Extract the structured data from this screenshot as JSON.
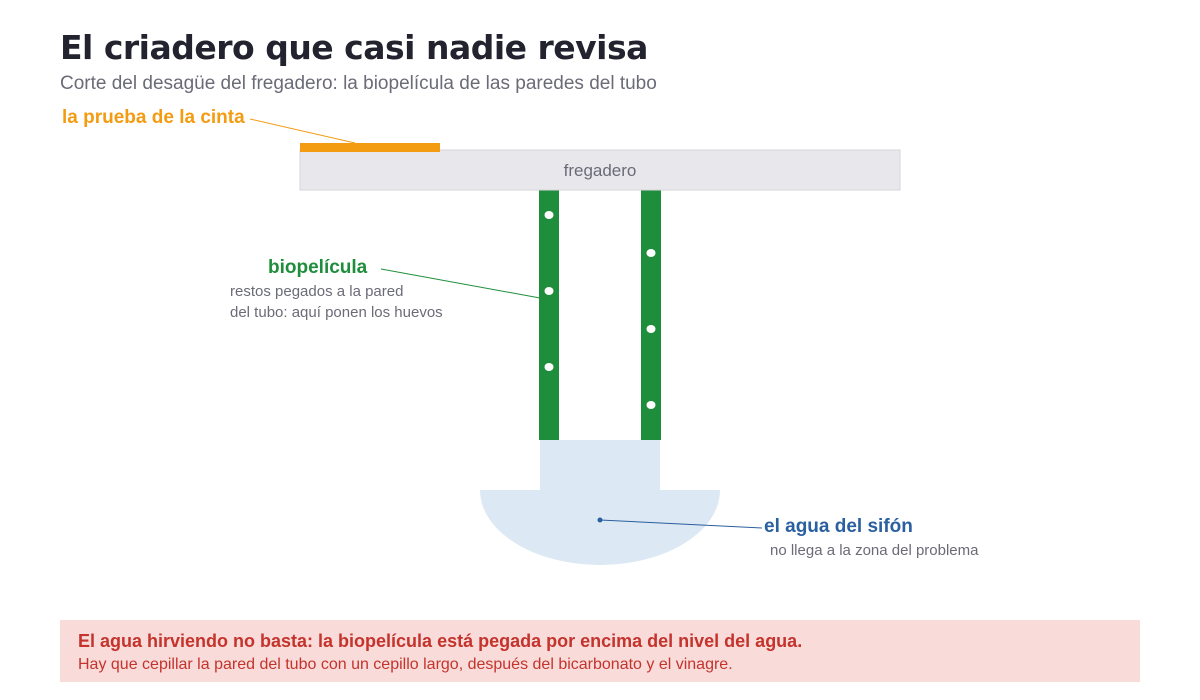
{
  "header": {
    "title": "El criadero que casi nadie revisa",
    "subtitle": "Corte del desagüe del fregadero: la biopelícula de las paredes del tubo"
  },
  "diagram": {
    "sink_label": "fregadero",
    "tape": {
      "label": "la prueba de la cinta"
    },
    "biofilm": {
      "label": "biopelícula",
      "description_line1": "restos pegados a la pared",
      "description_line2": "del tubo: aquí ponen los huevos"
    },
    "trap_water": {
      "label": "el agua del sifón",
      "description": "no llega a la zona del problema"
    }
  },
  "banner": {
    "headline": "El agua hirviendo no basta: la biopelícula está pegada por encima del nivel del agua.",
    "body": "Hay que cepillar la pared del tubo con un cepillo largo, después del bicarbonato y el vinagre."
  },
  "colors": {
    "tape": "#f39c12",
    "biofilm": "#1f8e3c",
    "water_label": "#2a5fa0",
    "water_fill": "#dce8f4",
    "sink_fill": "#e8e8ec",
    "warning_text": "#c4332c",
    "warning_bg": "#f9dcda"
  }
}
